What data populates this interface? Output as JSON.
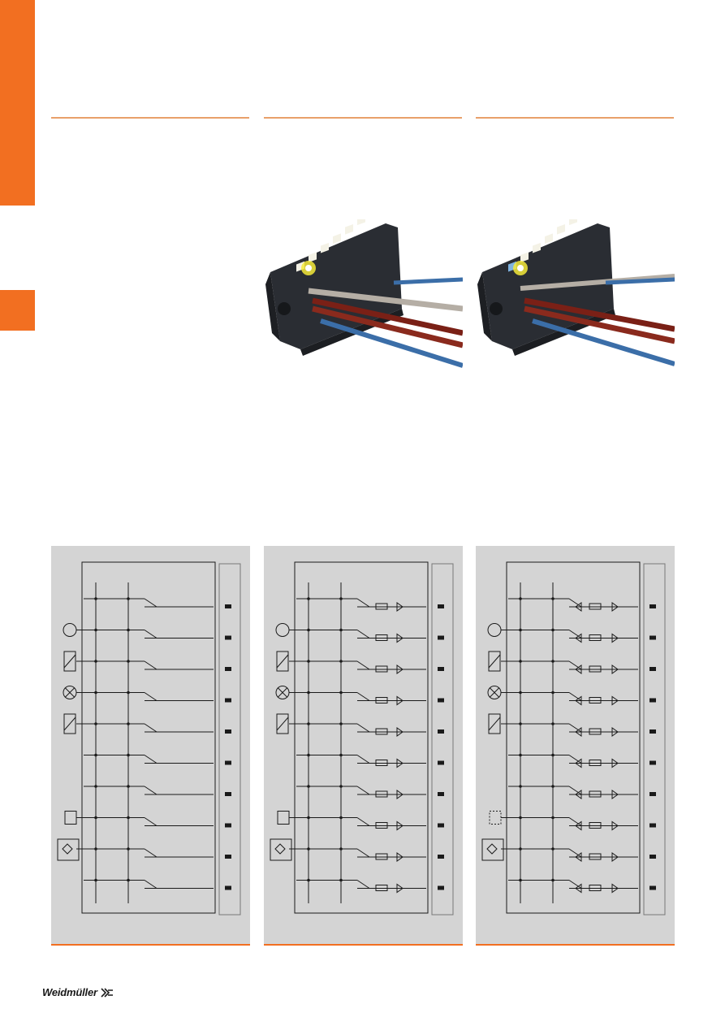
{
  "colors": {
    "accent": "#f26f21",
    "accent_rule": "#e9a06a",
    "panel_bg": "#d4d4d4",
    "line": "#1a1a1a"
  },
  "brand": {
    "logo_text": "Weidmüller",
    "logo_icon": "weidmuller-mark-icon"
  },
  "columns": [
    {
      "has_photo": false,
      "rows": 10,
      "variant": "plain"
    },
    {
      "has_photo": true,
      "rows": 10,
      "variant": "led-resistor"
    },
    {
      "has_photo": true,
      "rows": 10,
      "variant": "diode-led"
    }
  ]
}
